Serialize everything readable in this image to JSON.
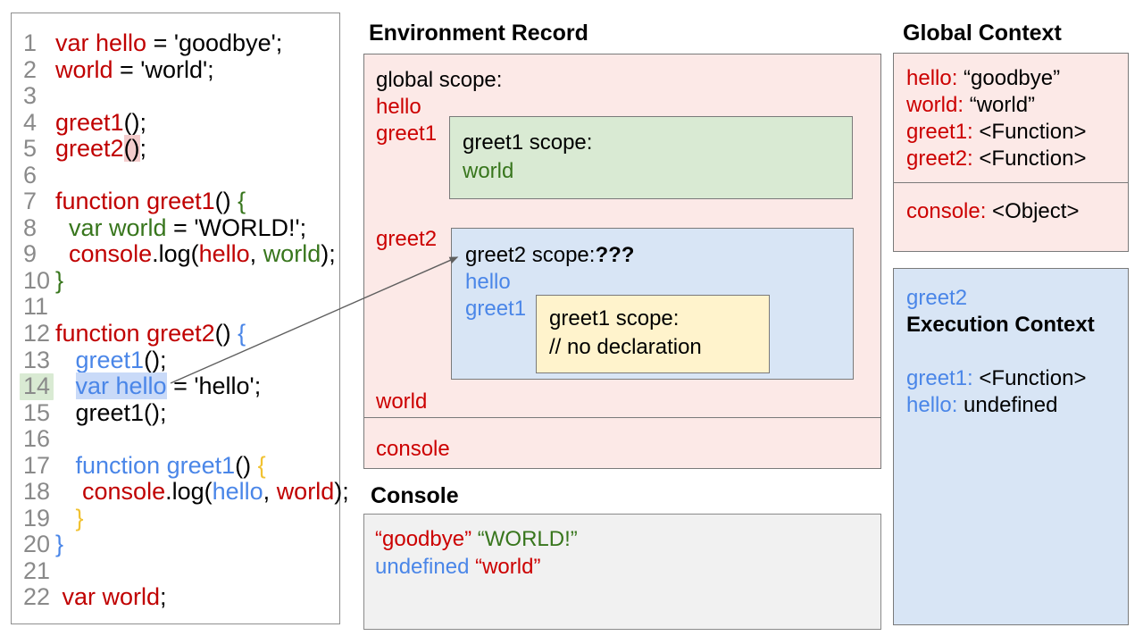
{
  "colors": {
    "ink": "#000000",
    "red": "#c00000",
    "dred": "#cc0000",
    "green": "#38761d",
    "blue": "#4a86e8",
    "gold": "#f1c232",
    "num": "#8a8a8a",
    "hlPink": "#f4cccc",
    "hlBlue": "#c9daf8",
    "hlGreen": "#d9ead3",
    "pinkFill": "#fce9e7",
    "greenFill": "#d9ead3",
    "blueFill": "#d8e5f5",
    "yellowFill": "#fff3cc",
    "grayFill": "#f1f1f1",
    "border": "#7a7a7a",
    "arrow": "#5f5f5f"
  },
  "code": {
    "lines": [
      {
        "n": "1",
        "tokens": [
          {
            "t": "var hello",
            "c": "red"
          },
          {
            "t": " = 'goodbye';",
            "c": "ink"
          }
        ]
      },
      {
        "n": "2",
        "tokens": [
          {
            "t": "world",
            "c": "red"
          },
          {
            "t": " = 'world';",
            "c": "ink"
          }
        ]
      },
      {
        "n": "3",
        "tokens": []
      },
      {
        "n": "4",
        "tokens": [
          {
            "t": "greet1",
            "c": "red"
          },
          {
            "t": "();",
            "c": "ink"
          }
        ]
      },
      {
        "n": "5",
        "tokens": [
          {
            "t": "greet2",
            "c": "red"
          },
          {
            "t": "()",
            "c": "ink",
            "hl": "hlPink"
          },
          {
            "t": ";",
            "c": "ink"
          }
        ]
      },
      {
        "n": "6",
        "tokens": []
      },
      {
        "n": "7",
        "tokens": [
          {
            "t": "function greet1",
            "c": "red"
          },
          {
            "t": "() ",
            "c": "ink"
          },
          {
            "t": "{",
            "c": "green"
          }
        ]
      },
      {
        "n": "8",
        "tokens": [
          {
            "t": "  ",
            "c": "ink"
          },
          {
            "t": "var world",
            "c": "green"
          },
          {
            "t": " = 'WORLD!';",
            "c": "ink"
          }
        ]
      },
      {
        "n": "9",
        "tokens": [
          {
            "t": "  ",
            "c": "ink"
          },
          {
            "t": "console",
            "c": "red"
          },
          {
            "t": ".log(",
            "c": "ink"
          },
          {
            "t": "hello",
            "c": "red"
          },
          {
            "t": ", ",
            "c": "ink"
          },
          {
            "t": "world",
            "c": "green"
          },
          {
            "t": ");",
            "c": "ink"
          }
        ]
      },
      {
        "n": "10",
        "tokens": [
          {
            "t": "}",
            "c": "green"
          }
        ]
      },
      {
        "n": "11",
        "tokens": []
      },
      {
        "n": "12",
        "tokens": [
          {
            "t": "function greet2",
            "c": "red"
          },
          {
            "t": "() ",
            "c": "ink"
          },
          {
            "t": "{",
            "c": "blue"
          }
        ]
      },
      {
        "n": "13",
        "tokens": [
          {
            "t": "   ",
            "c": "ink"
          },
          {
            "t": "greet1",
            "c": "blue"
          },
          {
            "t": "();",
            "c": "ink"
          }
        ]
      },
      {
        "n": "14",
        "numHl": "hlGreen",
        "tokens": [
          {
            "t": "   ",
            "c": "ink"
          },
          {
            "t": "var hello",
            "c": "blue",
            "hl": "hlBlue"
          },
          {
            "t": " = 'hello';",
            "c": "ink"
          }
        ]
      },
      {
        "n": "15",
        "tokens": [
          {
            "t": "   greet1();",
            "c": "ink"
          }
        ]
      },
      {
        "n": "16",
        "tokens": []
      },
      {
        "n": "17",
        "tokens": [
          {
            "t": "   ",
            "c": "ink"
          },
          {
            "t": "function greet1",
            "c": "blue"
          },
          {
            "t": "() ",
            "c": "ink"
          },
          {
            "t": "{",
            "c": "gold"
          }
        ]
      },
      {
        "n": "18",
        "tokens": [
          {
            "t": "    ",
            "c": "ink"
          },
          {
            "t": "console",
            "c": "red"
          },
          {
            "t": ".log(",
            "c": "ink"
          },
          {
            "t": "hello",
            "c": "blue"
          },
          {
            "t": ", ",
            "c": "ink"
          },
          {
            "t": "world",
            "c": "red"
          },
          {
            "t": ");",
            "c": "ink"
          }
        ]
      },
      {
        "n": "19",
        "tokens": [
          {
            "t": "   }",
            "c": "gold"
          }
        ]
      },
      {
        "n": "20",
        "tokens": [
          {
            "t": "}",
            "c": "blue"
          }
        ]
      },
      {
        "n": "21",
        "tokens": []
      },
      {
        "n": "22",
        "tokens": [
          {
            "t": " ",
            "c": "ink"
          },
          {
            "t": "var world",
            "c": "red"
          },
          {
            "t": ";",
            "c": "ink"
          }
        ]
      }
    ]
  },
  "env": {
    "title": "Environment Record",
    "global_label": "global scope:",
    "hello": "hello",
    "greet1": "greet1",
    "greet2": "greet2",
    "world": "world",
    "console_label": "console",
    "greet1_box": {
      "title": "greet1 scope:",
      "var": "world"
    },
    "greet2_box": {
      "heading": [
        {
          "t": "greet2 scope:",
          "c": "ink"
        },
        {
          "t": "???",
          "c": "ink",
          "b": true
        }
      ],
      "var1": "hello",
      "var2": "greet1",
      "inner": {
        "title": "greet1 scope:",
        "comment": "// no declaration"
      }
    }
  },
  "console_panel": {
    "title": "Console",
    "lines": [
      [
        {
          "t": "“goodbye”",
          "c": "dred"
        },
        {
          "t": " ",
          "c": "ink"
        },
        {
          "t": "“WORLD!”",
          "c": "green"
        }
      ],
      [
        {
          "t": "undefined",
          "c": "blue"
        },
        {
          "t": " ",
          "c": "ink"
        },
        {
          "t": "“world”",
          "c": "dred"
        }
      ]
    ]
  },
  "global_context": {
    "title": "Global Context",
    "vars": [
      [
        {
          "t": "hello:",
          "c": "dred"
        },
        {
          "t": " “goodbye”",
          "c": "ink"
        }
      ],
      [
        {
          "t": "world:",
          "c": "dred"
        },
        {
          "t": " “world”",
          "c": "ink"
        }
      ],
      [
        {
          "t": "greet1:",
          "c": "dred"
        },
        {
          "t": " <Function>",
          "c": "ink"
        }
      ],
      [
        {
          "t": "greet2:",
          "c": "dred"
        },
        {
          "t": " <Function>",
          "c": "ink"
        }
      ]
    ],
    "console_line": [
      {
        "t": "console:",
        "c": "dred"
      },
      {
        "t": " <Object>",
        "c": "ink"
      }
    ]
  },
  "exec_context": {
    "name": "greet2",
    "heading": "Execution Context",
    "vars": [
      [
        {
          "t": "greet1:",
          "c": "blue"
        },
        {
          "t": " <Function>",
          "c": "ink"
        }
      ],
      [
        {
          "t": "hello:",
          "c": "blue"
        },
        {
          "t": " undefined",
          "c": "ink"
        }
      ]
    ]
  }
}
